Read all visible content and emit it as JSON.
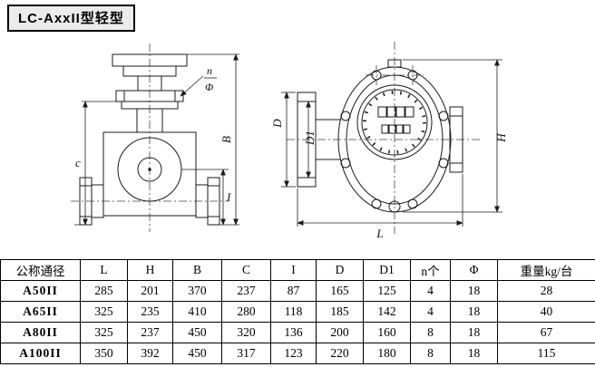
{
  "title": "LC-AxxII型轻型",
  "drawing": {
    "front_view": {
      "dim_c": "c",
      "dim_b": "B",
      "dim_i": "I",
      "bolt_count_label": "n",
      "bolt_dia_label": "Φ"
    },
    "side_view": {
      "dim_d": "D",
      "dim_d1": "D1",
      "dim_h": "H",
      "dim_l": "L"
    }
  },
  "table": {
    "headers": [
      "公称通径",
      "L",
      "H",
      "B",
      "C",
      "I",
      "D",
      "D1",
      "n个",
      "Φ",
      "重量kg/台"
    ],
    "rows": [
      [
        "A50II",
        "285",
        "201",
        "370",
        "237",
        "87",
        "165",
        "125",
        "4",
        "18",
        "28"
      ],
      [
        "A65II",
        "325",
        "235",
        "410",
        "280",
        "118",
        "185",
        "142",
        "4",
        "18",
        "40"
      ],
      [
        "A80II",
        "325",
        "237",
        "450",
        "320",
        "136",
        "200",
        "160",
        "8",
        "18",
        "67"
      ],
      [
        "A100II",
        "350",
        "392",
        "450",
        "317",
        "123",
        "220",
        "180",
        "8",
        "18",
        "115"
      ]
    ]
  }
}
